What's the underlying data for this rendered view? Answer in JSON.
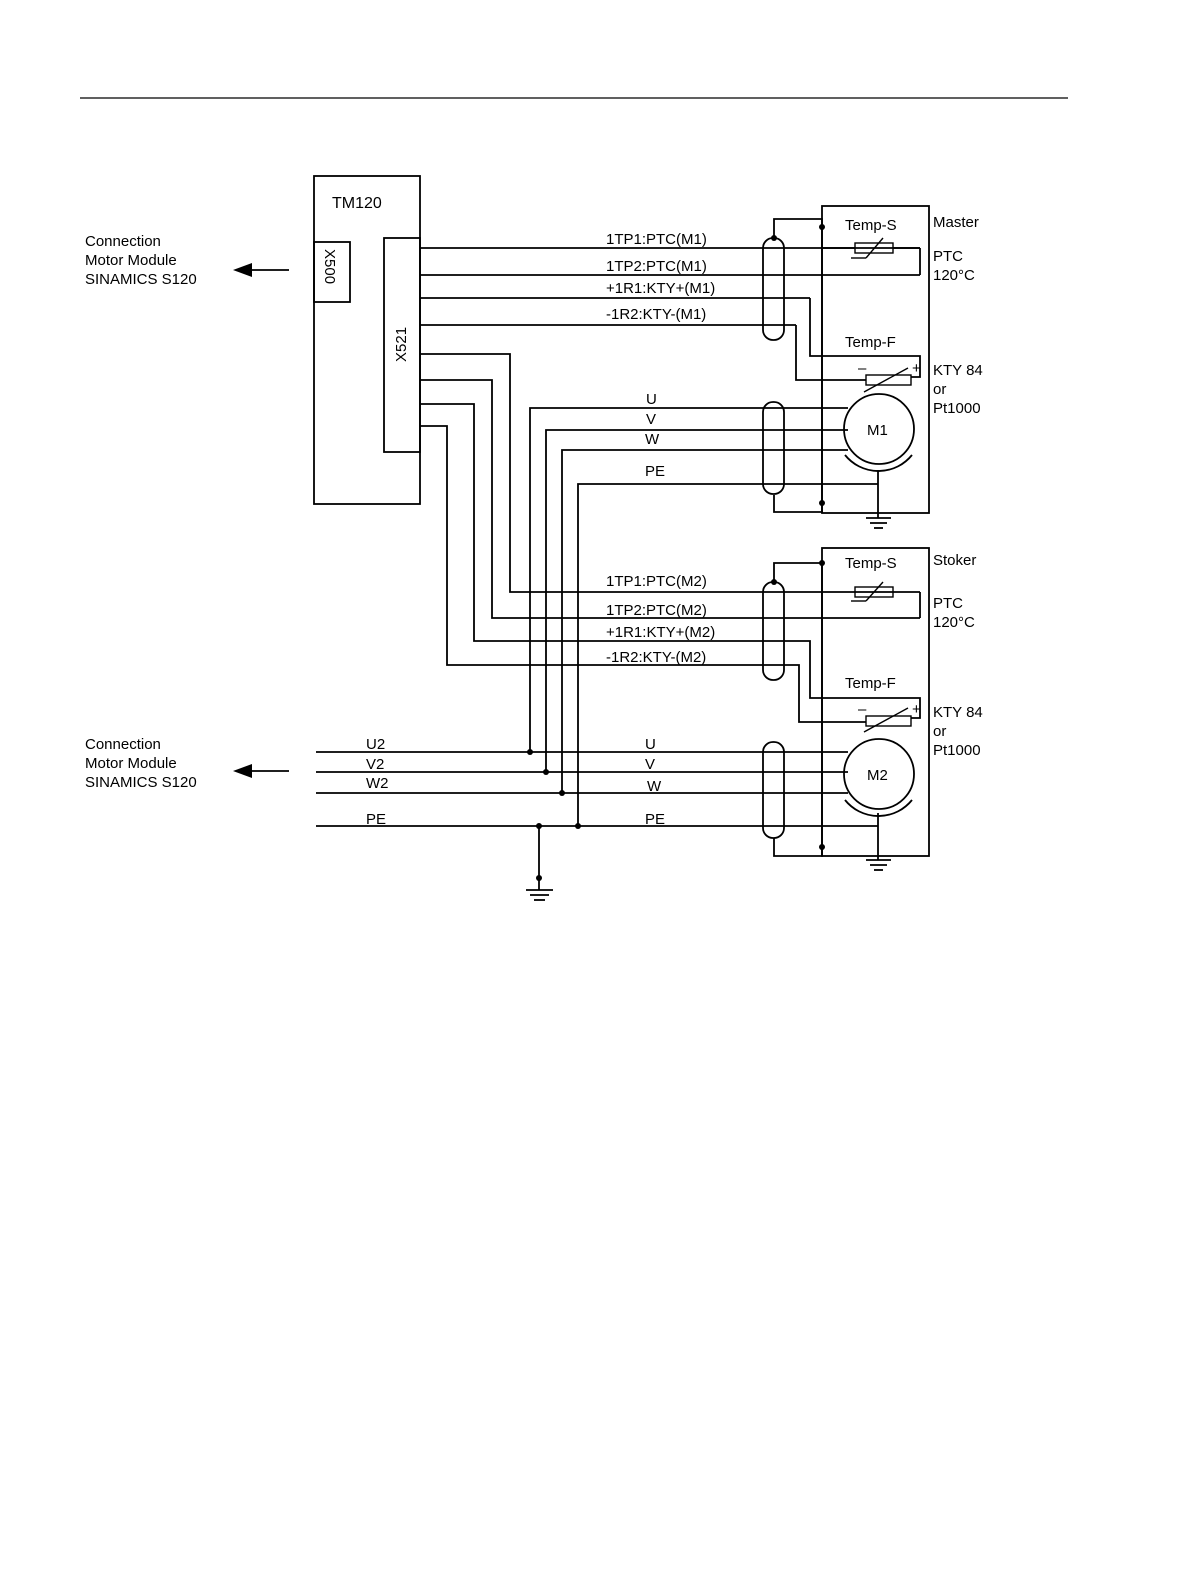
{
  "module": {
    "name": "TM120",
    "connector_x500": "X500",
    "connector_x521": "X521"
  },
  "connection_label": {
    "line1": "Connection",
    "line2": "Motor Module",
    "line3": "SINAMICS S120"
  },
  "m1": {
    "wires": [
      "1TP1:PTC(M1)",
      "1TP2:PTC(M1)",
      "+1R1:KTY+(M1)",
      "-1R2:KTY-(M1)"
    ],
    "phases": [
      "U",
      "V",
      "W",
      "PE"
    ],
    "title": "Master",
    "temp_s": "Temp-S",
    "temp_f": "Temp-F",
    "ptc": "PTC",
    "ptc_temp": "120°C",
    "kty": "KTY 84",
    "or": "or",
    "pt": "Pt1000",
    "motor": "M1"
  },
  "m2": {
    "wires": [
      "1TP1:PTC(M2)",
      "1TP2:PTC(M2)",
      "+1R1:KTY+(M2)",
      "-1R2:KTY-(M2)"
    ],
    "phases": [
      "U",
      "V",
      "W",
      "PE"
    ],
    "title": "Stoker",
    "temp_s": "Temp-S",
    "temp_f": "Temp-F",
    "ptc": "PTC",
    "ptc_temp": "120°C",
    "kty": "KTY 84",
    "or": "or",
    "pt": "Pt1000",
    "motor": "M2"
  },
  "supply": {
    "u": "U2",
    "v": "V2",
    "w": "W2",
    "pe": "PE"
  },
  "symbols": {
    "minus": "–",
    "plus": "+"
  }
}
